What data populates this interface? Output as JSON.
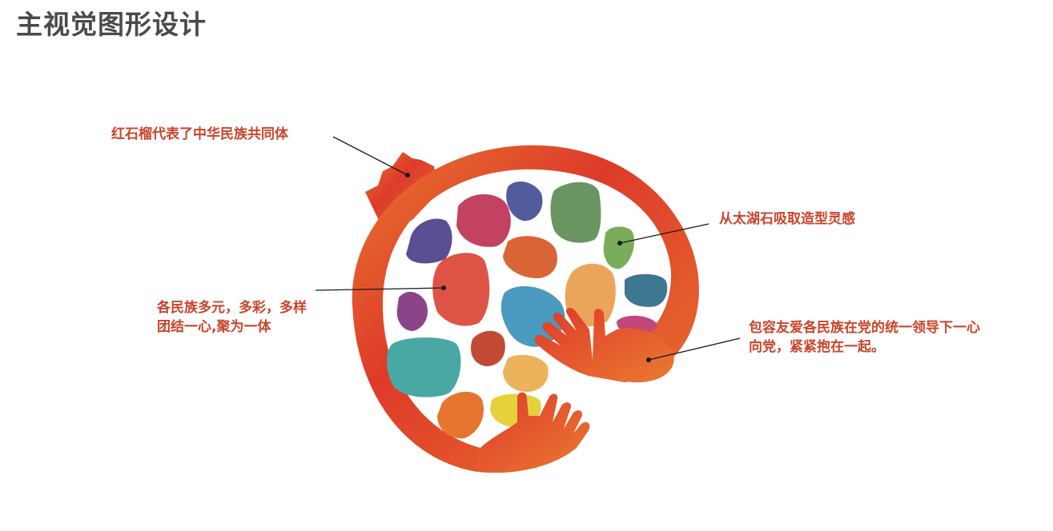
{
  "header": {
    "title": "主视觉图形设计"
  },
  "callouts": {
    "pomegranate": {
      "lines": [
        "红石榴代表了中华民族共同体"
      ]
    },
    "taihu_stone": {
      "lines": [
        "从太湖石吸取造型灵感"
      ]
    },
    "ethnic_groups": {
      "lines": [
        "各民族多元，多彩，多样",
        "团结一心,聚为一体"
      ]
    },
    "embrace": {
      "lines": [
        "包容友爱各民族在党的统一领导下一心",
        "向党，紧紧抱在一起。"
      ]
    }
  },
  "colors": {
    "title_text": "#4a4a4a",
    "callout_text": "#c8452b",
    "pomegranate_red": "#de3a2a",
    "pomegranate_orange": "#e8772e",
    "leader_line": "#1a1a1a"
  },
  "icons": [
    "pomegranate-icon",
    "hand-icon",
    "stone-icon"
  ]
}
